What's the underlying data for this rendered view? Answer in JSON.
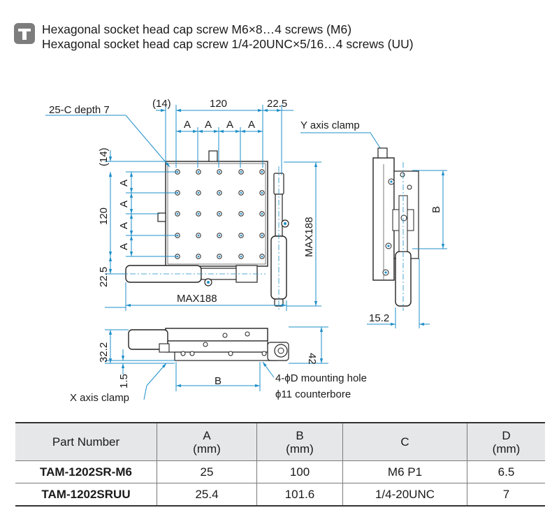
{
  "screw_notes": {
    "line1": "Hexagonal socket head cap screw M6×8…4 screws (M6)",
    "line2": "Hexagonal socket head cap screw 1/4-20UNC×5/16…4 screws (UU)"
  },
  "drawing": {
    "dim_14_top": "(14)",
    "dim_120_top": "120",
    "dim_22_5_top": "22.5",
    "dim_A": "A",
    "tapped_holes": "25-C depth 7",
    "y_axis_clamp": "Y axis clamp",
    "dim_14_left": "(14)",
    "dim_120_left": "120",
    "dim_22_5_left": "22.5",
    "max188_bottom": "MAX188",
    "max188_right": "MAX188",
    "dim_B_side": "B",
    "dim_15_2": "15.2",
    "dim_32_2": "32.2",
    "dim_1_5": "1.5",
    "dim_B_front": "B",
    "dim_42": "42",
    "mounting_hole": "4-ϕD mounting hole",
    "counterbore": "ϕ11 counterbore",
    "x_axis_clamp": "X axis clamp"
  },
  "table": {
    "headers": [
      {
        "l1": "Part Number",
        "l2": ""
      },
      {
        "l1": "A",
        "l2": "(mm)"
      },
      {
        "l1": "B",
        "l2": "(mm)"
      },
      {
        "l1": "C",
        "l2": ""
      },
      {
        "l1": "D",
        "l2": "(mm)"
      }
    ],
    "rows": [
      [
        "TAM-1202SR-M6",
        "25",
        "100",
        "M6 P1",
        "6.5"
      ],
      [
        "TAM-1202SRUU",
        "25.4",
        "101.6",
        "1/4-20UNC",
        "7"
      ]
    ]
  },
  "colors": {
    "dimension_line": "#1e8fc9",
    "part_outline": "#222222",
    "table_header": "#e6e7e8",
    "icon": "#7d7d7d"
  }
}
